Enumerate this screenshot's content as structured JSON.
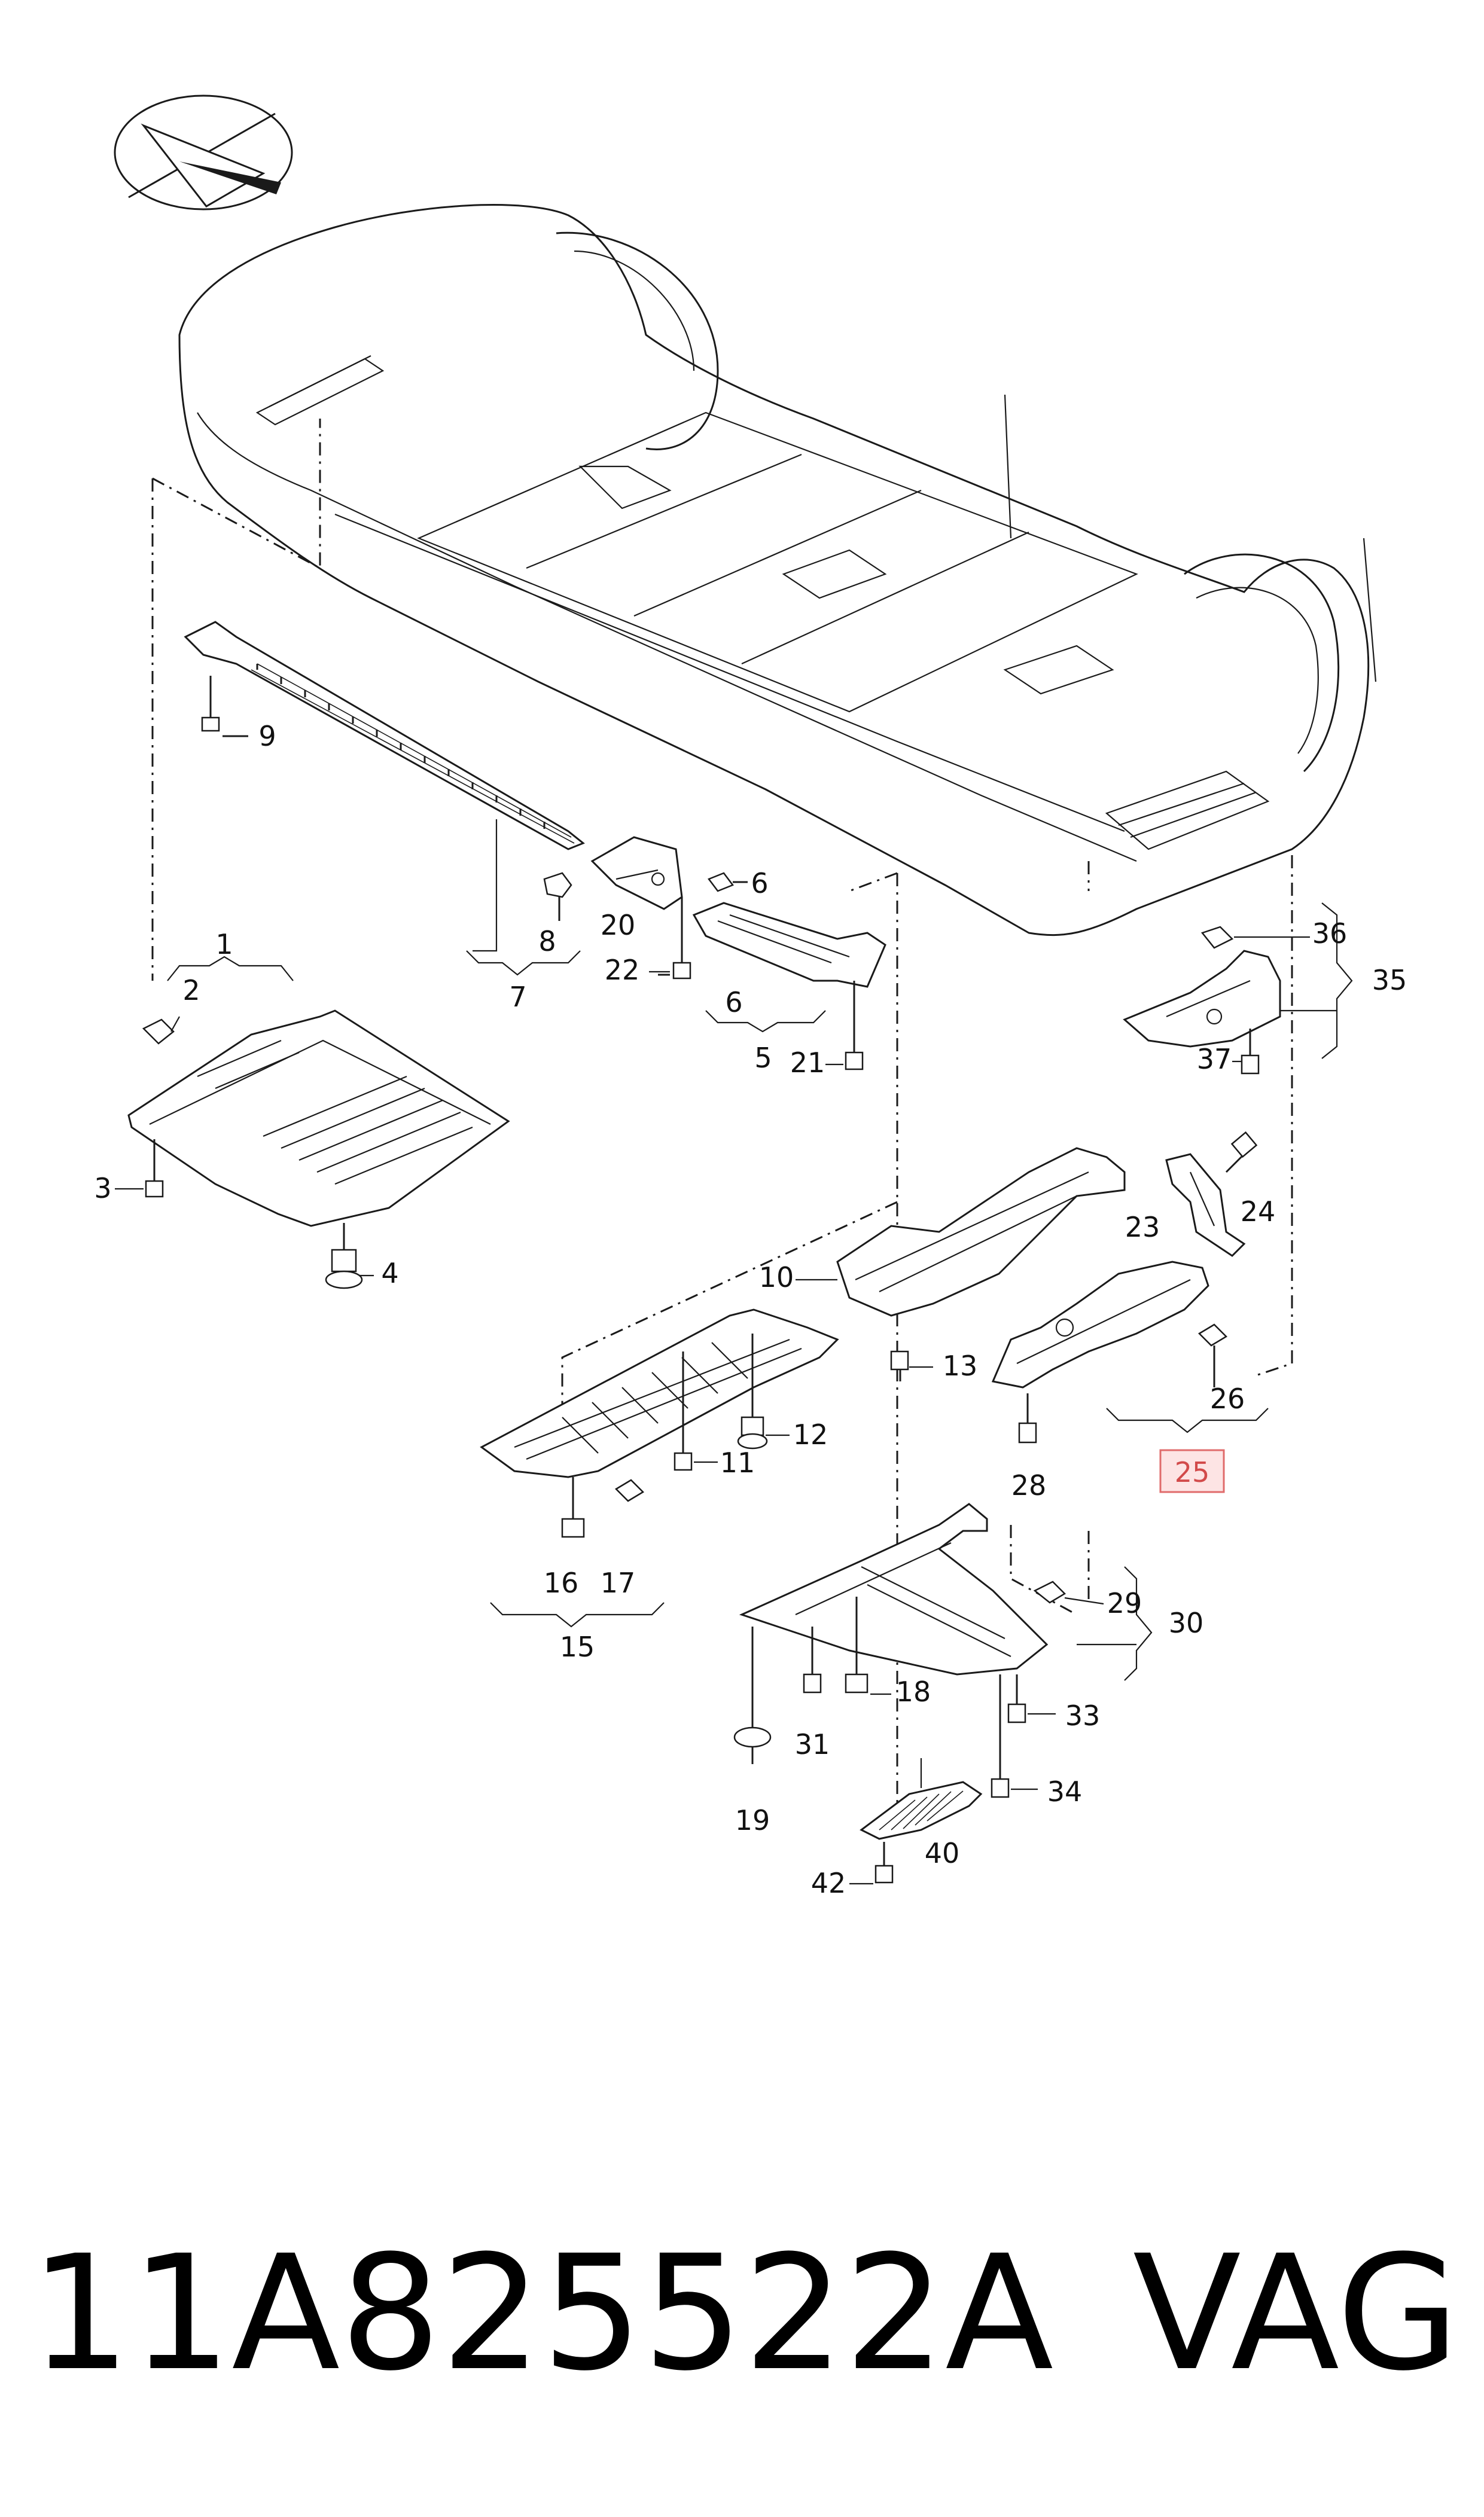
{
  "part_number": "11A825522A",
  "brand": "VAG",
  "highlighted_callout": "25",
  "callouts": {
    "c1": "1",
    "c2": "2",
    "c3": "3",
    "c4": "4",
    "c5": "5",
    "c6a": "6",
    "c6b": "6",
    "c7": "7",
    "c8": "8",
    "c9": "9",
    "c10": "10",
    "c11": "11",
    "c12": "12",
    "c13": "13",
    "c15": "15",
    "c16": "16",
    "c17": "17",
    "c18": "18",
    "c19": "19",
    "c20": "20",
    "c21": "21",
    "c22": "22",
    "c23": "23",
    "c24": "24",
    "c25": "25",
    "c26": "26",
    "c28": "28",
    "c29": "29",
    "c30": "30",
    "c31": "31",
    "c33": "33",
    "c34": "34",
    "c35": "35",
    "c36": "36",
    "c37": "37",
    "c40": "40",
    "c42": "42"
  },
  "colors": {
    "line": "#1a1a1a",
    "highlight_fill": "#fde4e4",
    "highlight_stroke": "#e06b6b",
    "highlight_text": "#d24a4a"
  }
}
